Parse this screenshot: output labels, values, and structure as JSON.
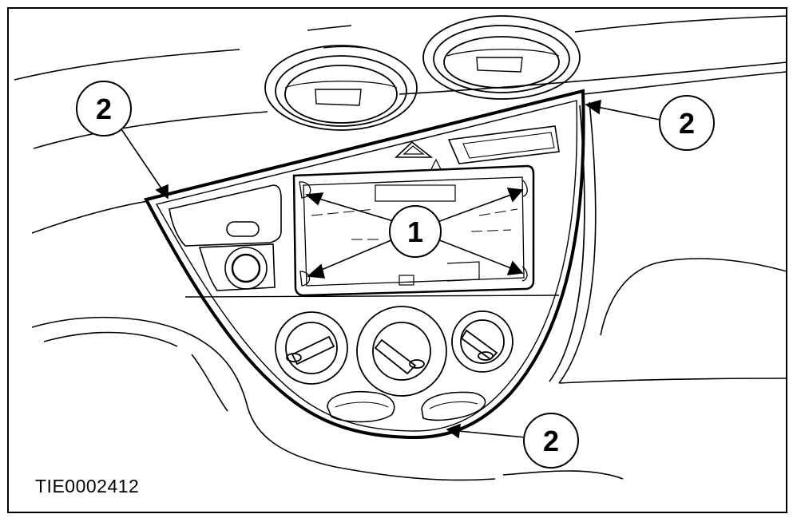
{
  "callouts": {
    "fastener_label": "1",
    "edge_label": "2"
  },
  "figure_code": "TIE0002412"
}
